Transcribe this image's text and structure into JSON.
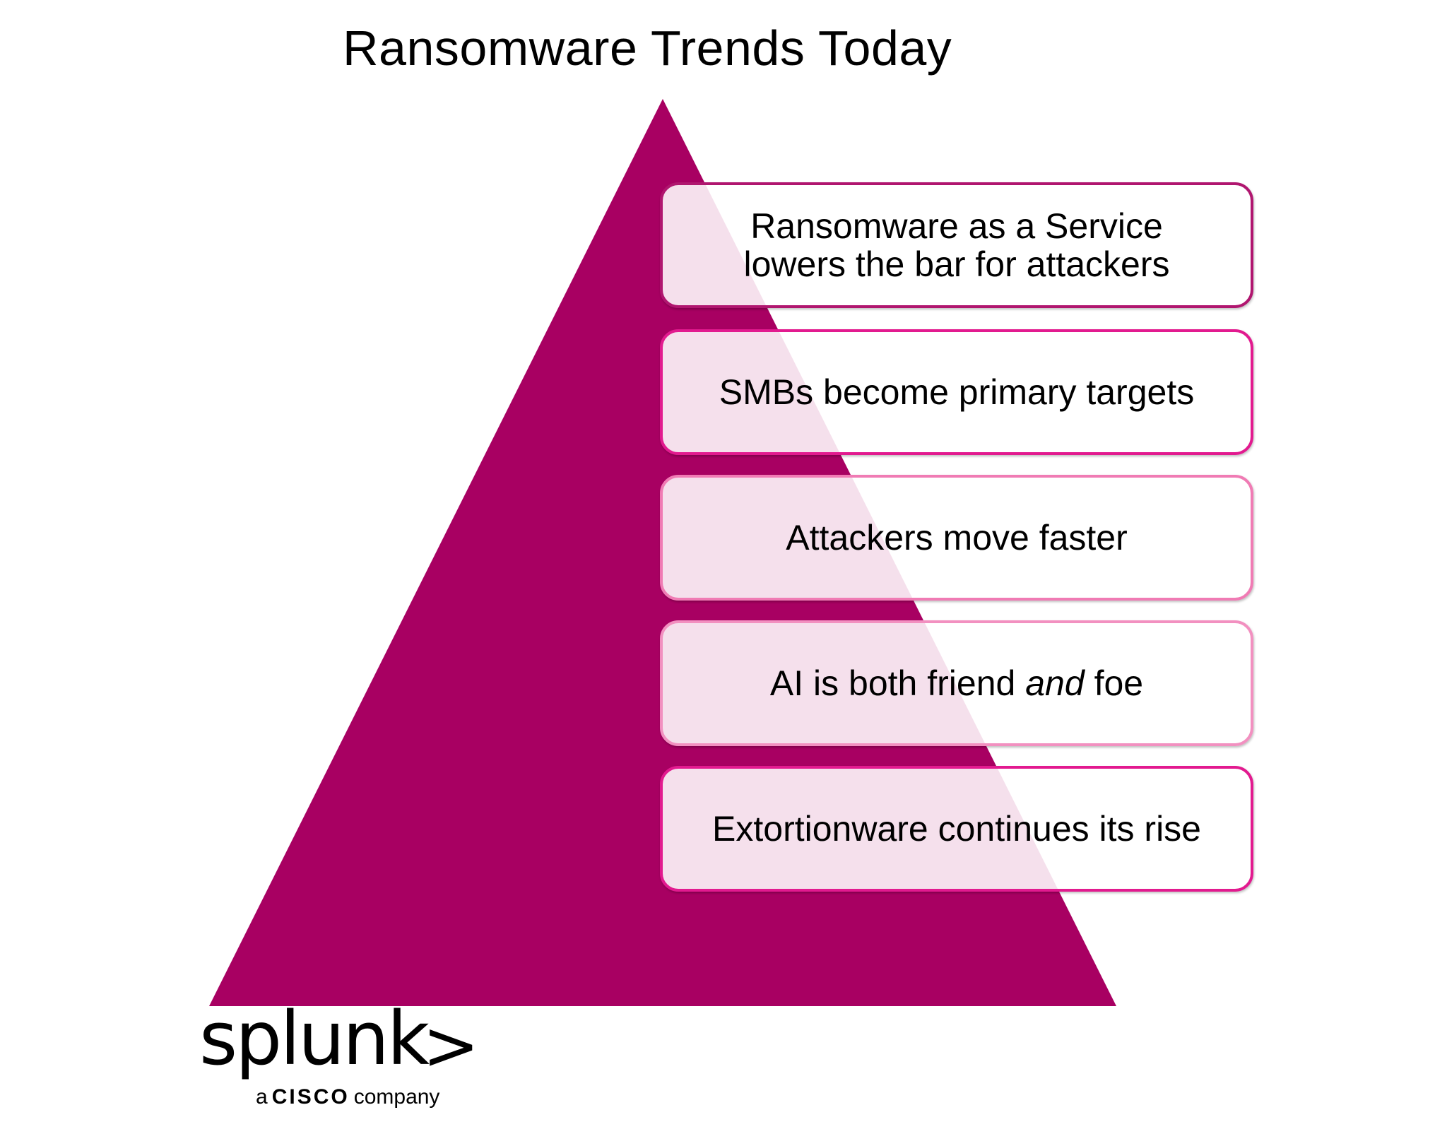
{
  "title": "Ransomware Trends Today",
  "colors": {
    "pyramid": "#a80062",
    "box_border_1": "#b0166f",
    "box_border_2": "#e21a8f",
    "box_border_3": "#f07bb4",
    "box_border_4": "#f290c0",
    "box_border_5": "#e21a8f"
  },
  "items": [
    {
      "text": "Ransomware as a Service\nlowers the bar for attackers"
    },
    {
      "text": "SMBs become primary targets"
    },
    {
      "text": "Attackers move faster"
    },
    {
      "text_before": "AI is both friend ",
      "text_italic": "and",
      "text_after": " foe"
    },
    {
      "text": "Extortionware continues its rise"
    }
  ],
  "logo": {
    "wordmark": "splunk",
    "chevron": ">",
    "sub_prefix": "a",
    "sub_brand": "CISCO",
    "sub_suffix": "company"
  }
}
